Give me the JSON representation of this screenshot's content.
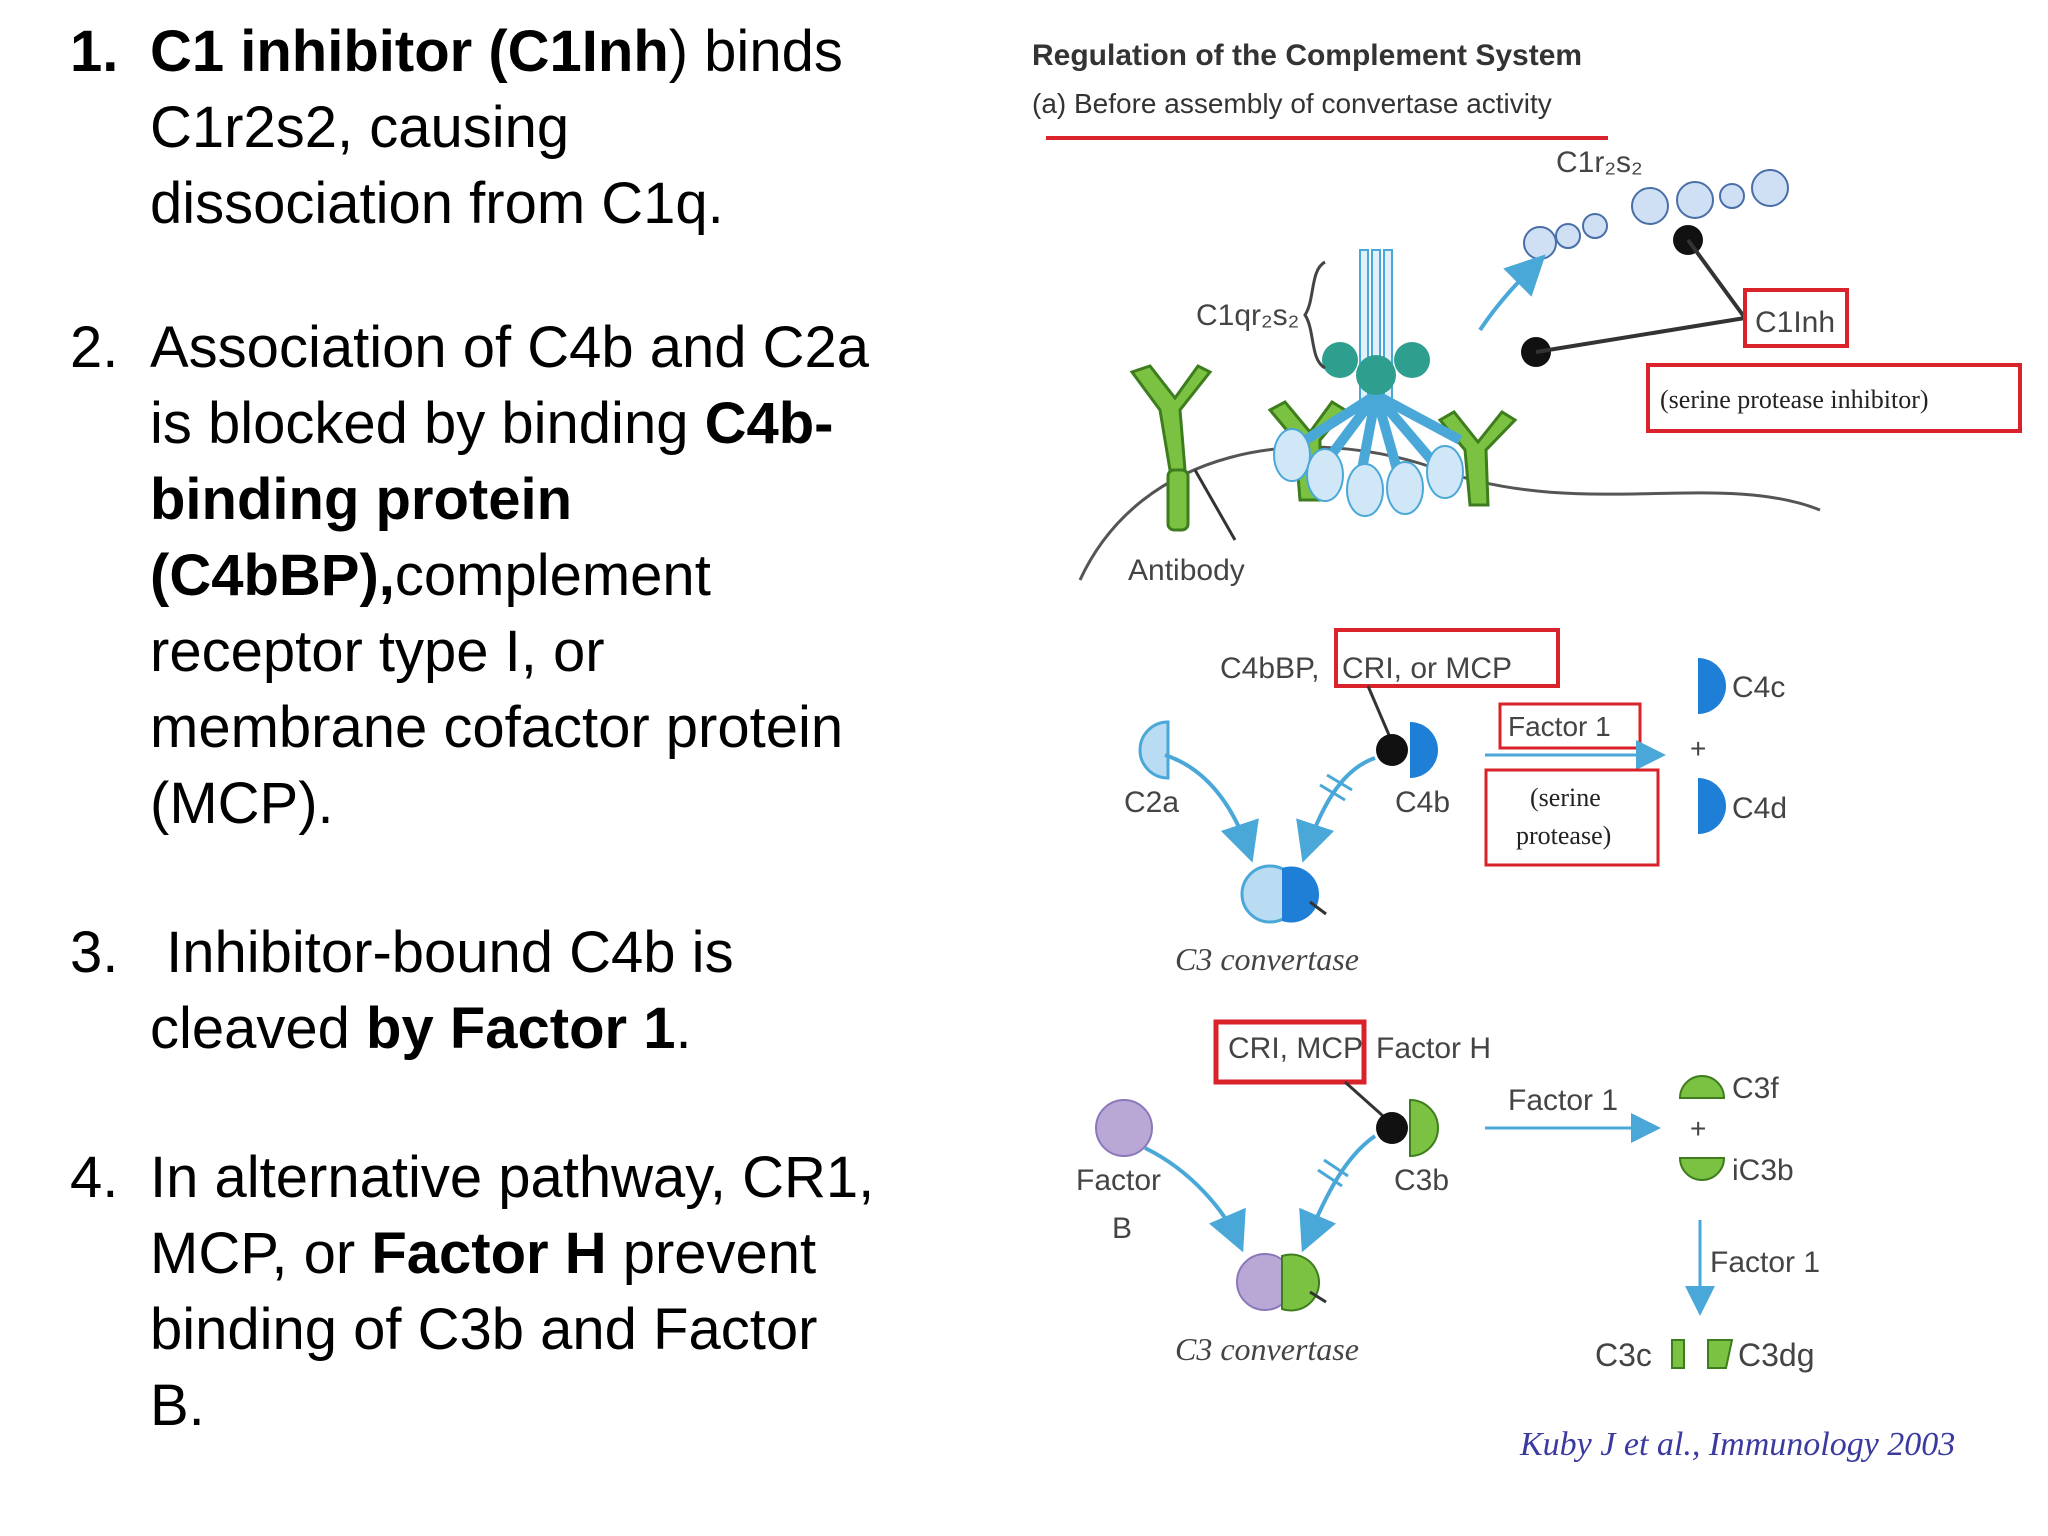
{
  "points": [
    {
      "num": "1.",
      "seg": [
        "C1 inhibitor (C1Inh",
        ") binds",
        "C1r2s2, causing",
        "dissociation from C1q."
      ]
    },
    {
      "num": "2.",
      "seg": [
        "Association of C4b and C2a",
        "is blocked by binding ",
        "C4b-",
        "binding protein",
        "(C4bBP),",
        "complement",
        "receptor type I, or",
        "membrane cofactor protein",
        "(MCP)."
      ]
    },
    {
      "num": "3.",
      "seg": [
        " Inhibitor-bound C4b is",
        "cleaved ",
        "by Factor 1",
        "."
      ]
    },
    {
      "num": "4.",
      "seg": [
        "In alternative pathway, CR1,",
        "MCP, or ",
        "Factor H",
        " prevent",
        "binding of C3b and Factor",
        "B."
      ]
    }
  ],
  "diagram": {
    "title": "Regulation of the Complement System",
    "subtitle": "(a) Before assembly of convertase activity",
    "c1r2s2": "C1r₂s₂",
    "c1qr2s2": "C1qr₂s₂",
    "c1inh": "C1Inh",
    "serine_protease_inhibitor": "(serine protease inhibitor)",
    "antibody": "Antibody",
    "c4bbp_prefix": "C4bBP,",
    "cr1_or_mcp": "CRI, or MCP",
    "factor1_boxed": "Factor 1",
    "serine": "(serine",
    "protease": "protease)",
    "c2a": "C2a",
    "c4b": "C4b",
    "c4c": "C4c",
    "c4d": "C4d",
    "plus": "+",
    "c3_convertase": "C3 convertase",
    "cr1_mcp": "CRI, MCP",
    "factor_h": "Factor H",
    "factor": "Factor",
    "b": "B",
    "c3b": "C3b",
    "factor_1": "Factor 1",
    "c3f": "C3f",
    "ic3b": "iC3b",
    "c3c": "C3c",
    "c3dg": "C3dg",
    "citation": "Kuby J et al., Immunology 2003"
  },
  "colors": {
    "red_box": "#d9222a",
    "blue_arrow": "#4aa8d8",
    "dark_blue": "#1f7fd6",
    "light_blue": "#b9dcf2",
    "green": "#7cc242",
    "dark_green": "#3d7d1e",
    "purple": "#b9a8d6",
    "citation_blue": "#3a3aa0"
  }
}
